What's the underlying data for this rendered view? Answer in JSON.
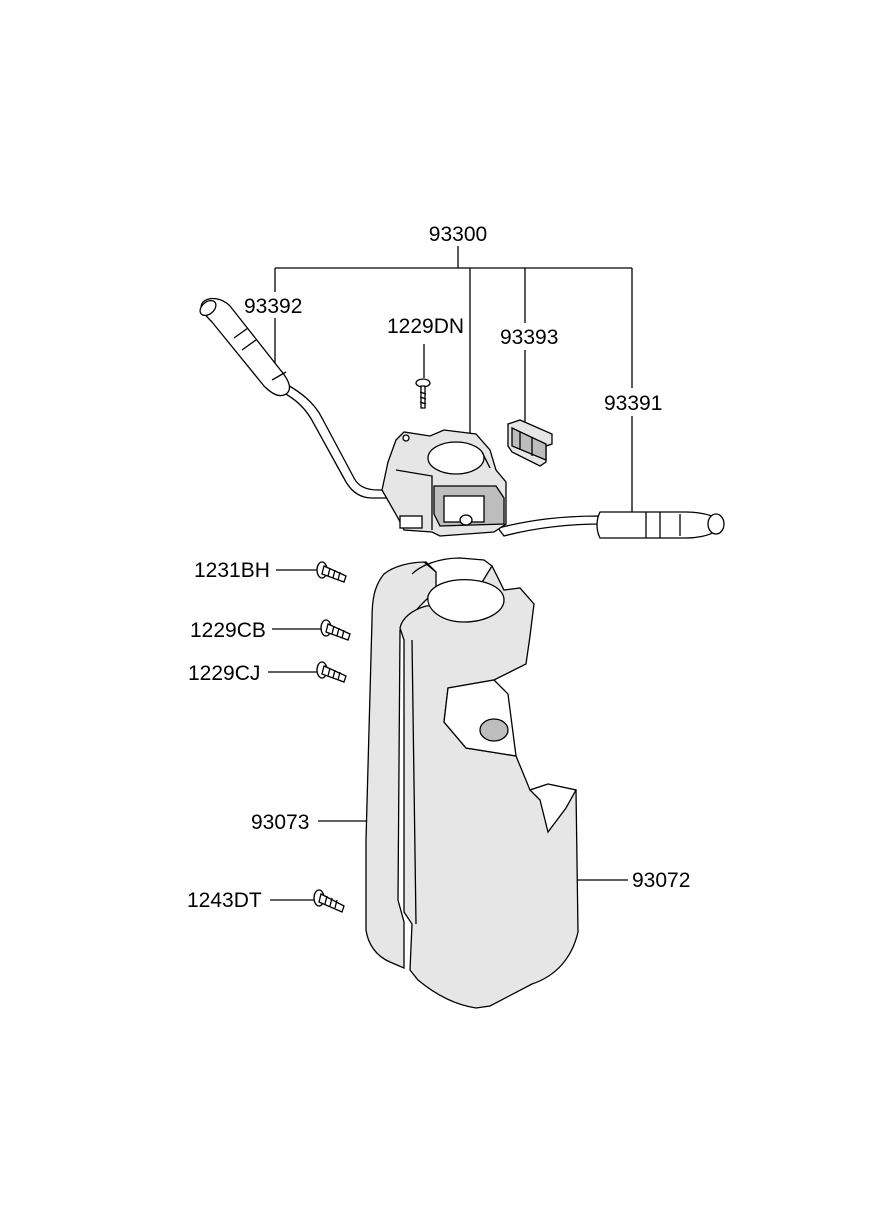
{
  "labels": {
    "assembly": "93300",
    "wiper_lever": "93392",
    "screw_top": "1229DN",
    "connector": "93393",
    "light_lever": "93391",
    "screw_1": "1231BH",
    "screw_2": "1229CB",
    "screw_3": "1229CJ",
    "lower_shroud": "93073",
    "upper_shroud": "93072",
    "screw_4": "1243DT"
  }
}
